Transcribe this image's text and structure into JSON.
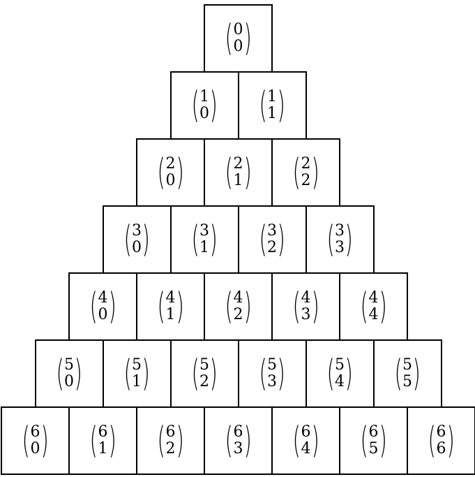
{
  "rows": [
    [
      {
        "n": "0",
        "k": "0"
      }
    ],
    [
      {
        "n": "1",
        "k": "0"
      },
      {
        "n": "1",
        "k": "1"
      }
    ],
    [
      {
        "n": "2",
        "k": "0"
      },
      {
        "n": "2",
        "k": "1"
      },
      {
        "n": "2",
        "k": "2"
      }
    ],
    [
      {
        "n": "3",
        "k": "0"
      },
      {
        "n": "3",
        "k": "1"
      },
      {
        "n": "3",
        "k": "2"
      },
      {
        "n": "3",
        "k": "3"
      }
    ],
    [
      {
        "n": "4",
        "k": "0"
      },
      {
        "n": "4",
        "k": "1"
      },
      {
        "n": "4",
        "k": "2"
      },
      {
        "n": "4",
        "k": "3"
      },
      {
        "n": "4",
        "k": "4"
      }
    ],
    [
      {
        "n": "5",
        "k": "0"
      },
      {
        "n": "5",
        "k": "1"
      },
      {
        "n": "5",
        "k": "2"
      },
      {
        "n": "5",
        "k": "3"
      },
      {
        "n": "5",
        "k": "4"
      },
      {
        "n": "5",
        "k": "5"
      }
    ],
    [
      {
        "n": "6",
        "k": "0"
      },
      {
        "n": "6",
        "k": "1"
      },
      {
        "n": "6",
        "k": "2"
      },
      {
        "n": "6",
        "k": "3"
      },
      {
        "n": "6",
        "k": "4"
      },
      {
        "n": "6",
        "k": "5"
      },
      {
        "n": "6",
        "k": "6"
      }
    ]
  ]
}
